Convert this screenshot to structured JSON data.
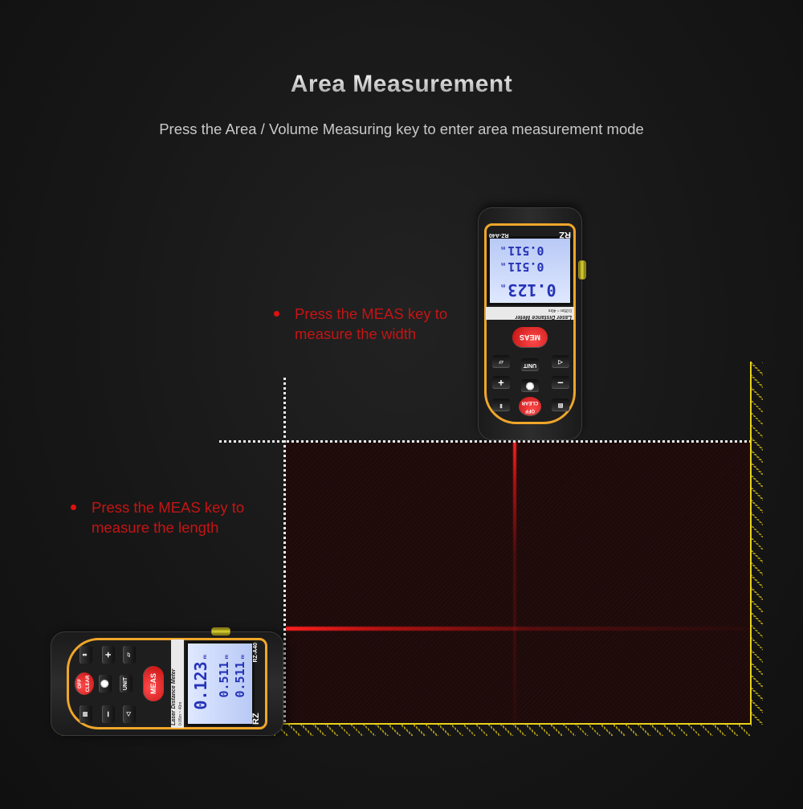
{
  "header": {
    "title": "Area Measurement",
    "subtitle": "Press the Area / Volume Measuring key to enter area measurement mode"
  },
  "notes": [
    {
      "line1": "Press the MEAS key to",
      "line2": "measure the width"
    },
    {
      "line1": "Press the MEAS key to",
      "line2": "measure the length"
    }
  ],
  "device": {
    "brand": "RZ",
    "model": "RZ-A40",
    "label": "Laser Distance Meter",
    "range": "0.05m ~ 40m",
    "keys": {
      "off_clear": "OFF CLEAR",
      "meas": "MEAS",
      "unit": "UNIT",
      "plus": "+",
      "minus": "−",
      "light": "✺",
      "area": "▱",
      "triangle": "◁",
      "memory": "▤",
      "reference": "⇕"
    },
    "display": {
      "top_reading": "0.123",
      "mid_reading": "0.511",
      "bottom_reading": "0.511",
      "unit": "m"
    }
  },
  "colors": {
    "note_red": "#c51414",
    "accent_orange": "#f0a62a",
    "wall_yellow": "#e8d21a",
    "laser_red": "#ff2020"
  }
}
